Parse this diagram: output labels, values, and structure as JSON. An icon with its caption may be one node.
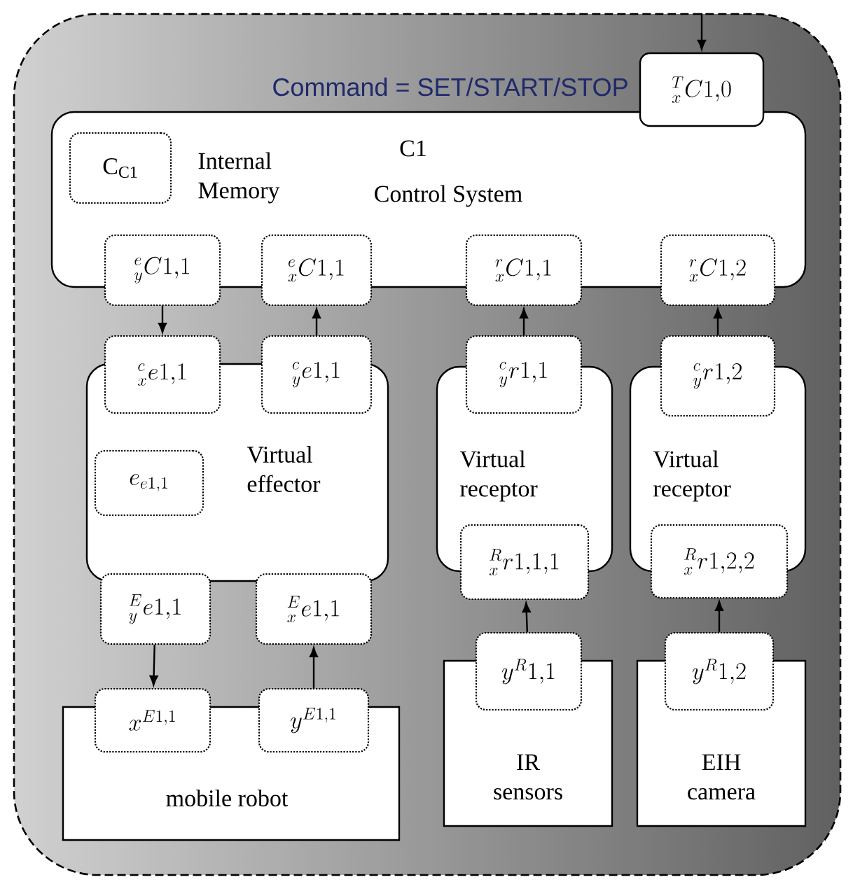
{
  "diagram": {
    "nodes": [
      {
        "text": [
          "C1",
          "Control System"
        ]
      },
      {
        "text": [
          "\\mathrm{C}_{\\mathrm{C1}}"
        ],
        "in": 0,
        "beside": [
          "Internal Memory"
        ]
      },
      {
        "text": [
          "{}^{T}_{x}C1{,}0"
        ],
        "beside": [
          "Command = SET/START/STOP"
        ]
      },
      {
        "text": [
          "{}^{e}_{y}C1{,}1"
        ]
      },
      {
        "text": [
          "{}^{e}_{x}C1{,}1"
        ]
      },
      {
        "text": [
          "{}^{r}_{x}C1{,}1"
        ]
      },
      {
        "text": [
          "{}^{r}_{x}C1{,}2"
        ]
      },
      {
        "text": [
          "Virtual effector"
        ]
      },
      {
        "text": [
          "{}^{c}_{x}e1{,}1"
        ]
      },
      {
        "text": [
          "{}^{c}_{y}e1{,}1"
        ]
      },
      {
        "text": [
          "e_{e1{,}1}"
        ],
        "in": 7
      },
      {
        "text": [
          "{}^{E}_{y}e1{,}1"
        ]
      },
      {
        "text": [
          "{}^{E}_{x}e1{,}1"
        ]
      },
      {
        "text": [
          "Virtual receptor"
        ]
      },
      {
        "text": [
          "{}^{c}_{y}r1{,}1"
        ]
      },
      {
        "text": [
          "{}^{R}_{x}r1{,}1{,}1"
        ]
      },
      {
        "text": [
          "Virtual receptor"
        ]
      },
      {
        "text": [
          "{}^{c}_{y}r1{,}2"
        ]
      },
      {
        "text": [
          "{}^{R}_{x}r1{,}2{,}2"
        ]
      },
      {
        "text": [
          "mobile robot"
        ]
      },
      {
        "text": [
          "x^{E1{,}1}"
        ]
      },
      {
        "text": [
          "y^{E1{,}1}"
        ]
      },
      {
        "text": [
          "IR sensors"
        ]
      },
      {
        "text": [
          "y^{R}1{,}1"
        ]
      },
      {
        "text": [
          "EIH camera"
        ]
      },
      {
        "text": [
          "y^{R}1{,}2"
        ]
      }
    ],
    "edges": [
      {
        "from": null,
        "to": 2,
        "arrow": "to"
      },
      {
        "from": 3,
        "to": 8,
        "arrow": "to"
      },
      {
        "from": 9,
        "to": 4,
        "arrow": "to"
      },
      {
        "from": 14,
        "to": 5,
        "arrow": "to"
      },
      {
        "from": 17,
        "to": 6,
        "arrow": "to"
      },
      {
        "from": 11,
        "to": 20,
        "arrow": "to"
      },
      {
        "from": 21,
        "to": 12,
        "arrow": "to"
      },
      {
        "from": 23,
        "to": 15,
        "arrow": "to"
      },
      {
        "from": 25,
        "to": 18,
        "arrow": "to"
      }
    ]
  }
}
